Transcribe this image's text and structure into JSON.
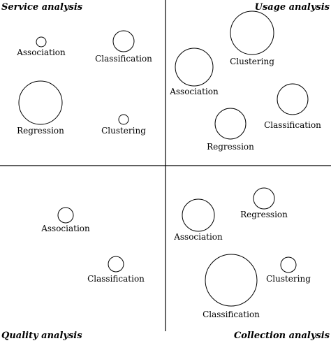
{
  "quadrants": [
    {
      "id": "service",
      "title": "Service analysis",
      "bubbles": [
        {
          "label": "Association"
        },
        {
          "label": "Classification"
        },
        {
          "label": "Regression"
        },
        {
          "label": "Clustering"
        }
      ]
    },
    {
      "id": "usage",
      "title": "Usage analysis",
      "bubbles": [
        {
          "label": "Clustering"
        },
        {
          "label": "Association"
        },
        {
          "label": "Classification"
        },
        {
          "label": "Regression"
        }
      ]
    },
    {
      "id": "quality",
      "title": "Quality analysis",
      "bubbles": [
        {
          "label": "Association"
        },
        {
          "label": "Classification"
        }
      ]
    },
    {
      "id": "collection",
      "title": "Collection analysis",
      "bubbles": [
        {
          "label": "Regression"
        },
        {
          "label": "Association"
        },
        {
          "label": "Clustering"
        },
        {
          "label": "Classification"
        }
      ]
    }
  ]
}
